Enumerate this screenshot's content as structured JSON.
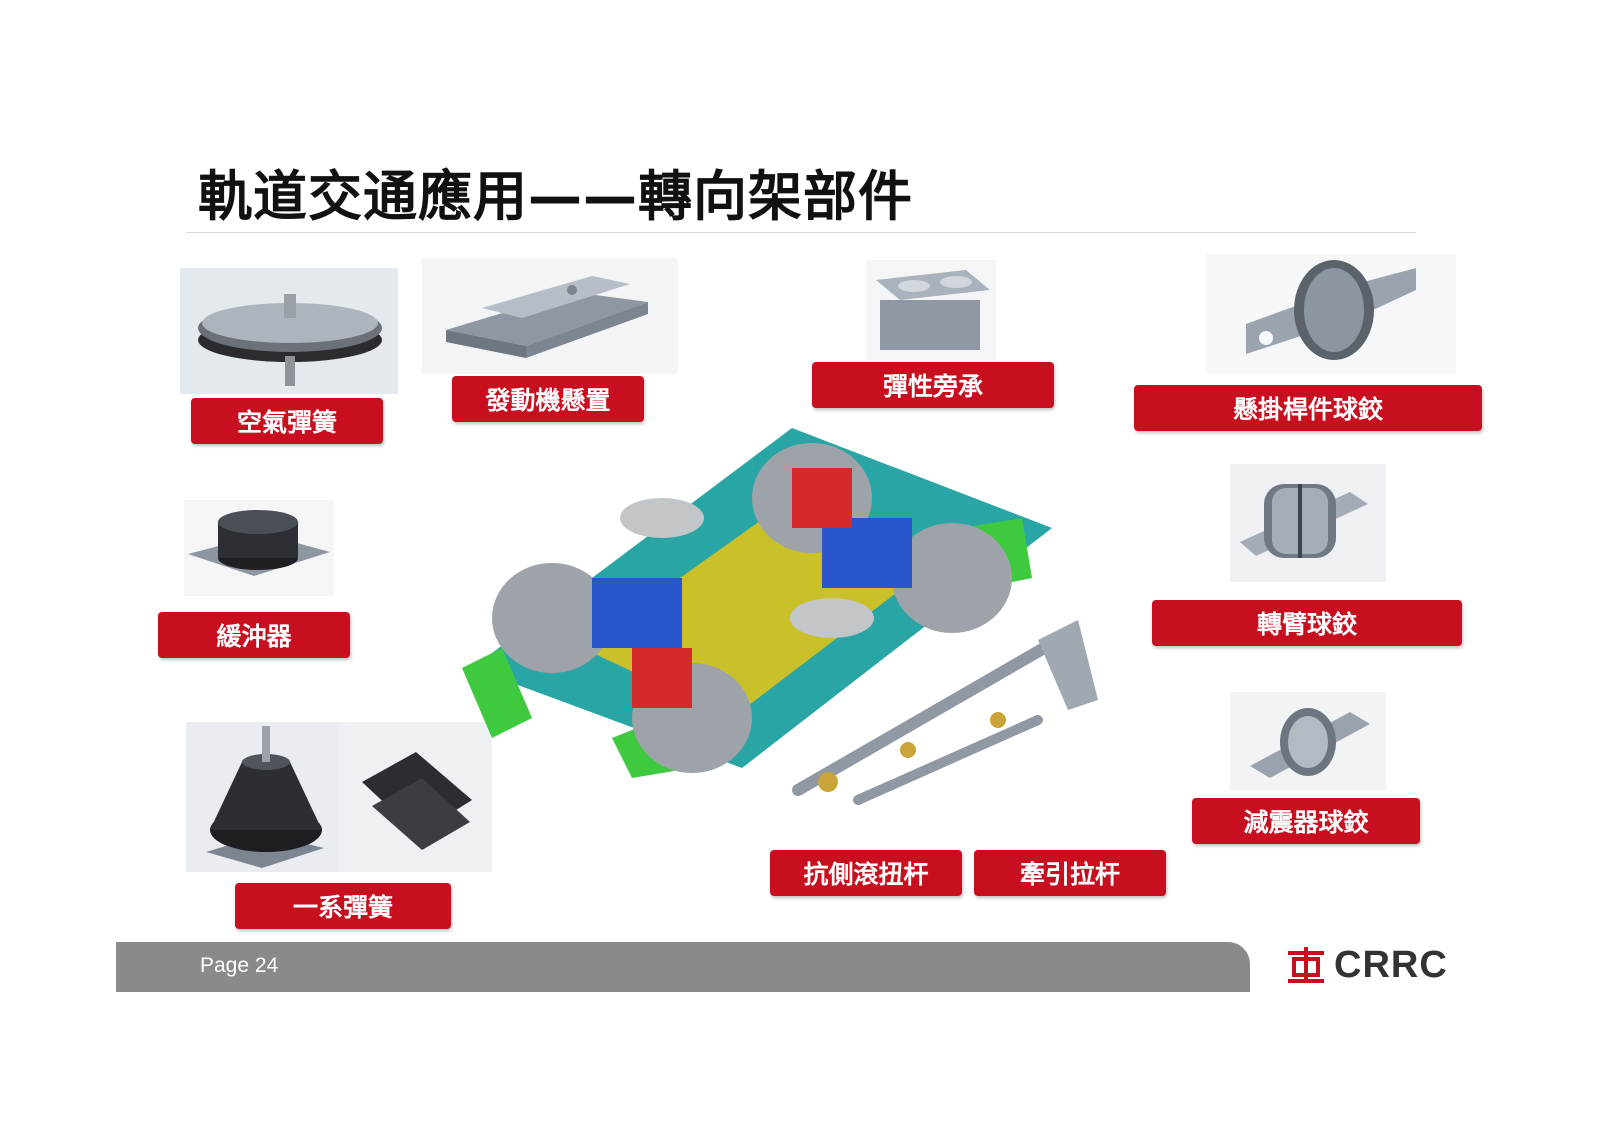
{
  "title": "軌道交通應用——轉向架部件",
  "labels": {
    "air_spring": "空氣彈簧",
    "engine_mount": "發動機懸置",
    "elastic_side_bearing": "彈性旁承",
    "suspension_rod_joint": "懸掛桿件球鉸",
    "buffer": "緩沖器",
    "arm_joint": "轉臂球鉸",
    "damper_joint": "減震器球鉸",
    "primary_spring": "一系彈簧",
    "anti_roll_bar": "抗側滾扭杆",
    "traction_rod": "牽引拉杆"
  },
  "footer": {
    "page": "Page 24"
  },
  "logo": {
    "text": "CRRC"
  },
  "colors": {
    "label_red": "#c80f1f",
    "footer_gray": "#8a8a8a"
  }
}
